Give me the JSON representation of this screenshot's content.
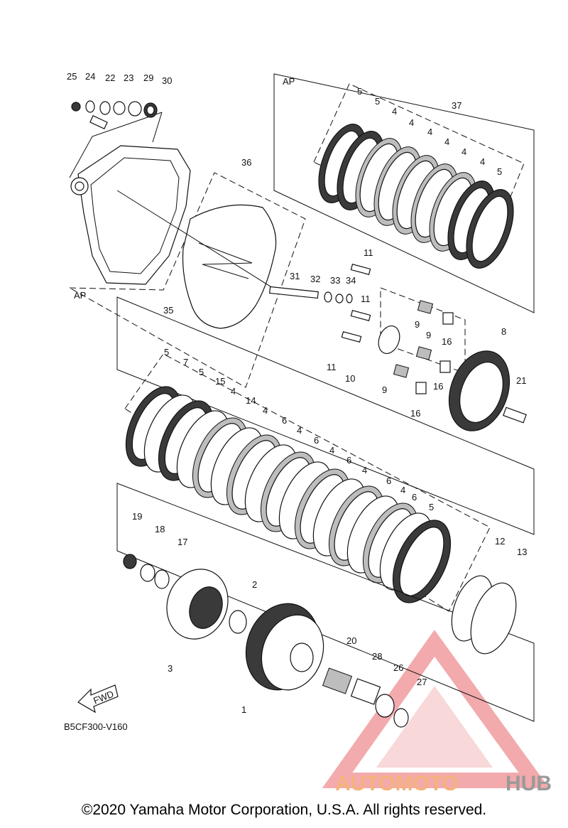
{
  "diagram": {
    "code": "B5CF300-V160",
    "fwd": "FWD",
    "group_labels": [
      "AP",
      "AP"
    ],
    "callouts": [
      "1",
      "2",
      "3",
      "4",
      "5",
      "6",
      "7",
      "8",
      "9",
      "10",
      "11",
      "12",
      "13",
      "14",
      "15",
      "16",
      "17",
      "18",
      "19",
      "20",
      "21",
      "22",
      "23",
      "24",
      "25",
      "26",
      "27",
      "28",
      "29",
      "30",
      "31",
      "32",
      "33",
      "34",
      "35",
      "36",
      "37"
    ]
  },
  "watermark": {
    "part1": "AUTOMOTO",
    "part2": "HUB",
    "color1": "#f5b27c",
    "color2": "#9a9a9a",
    "triangle_color": "#e9666a"
  },
  "footer": {
    "copyright": "©2020 Yamaha Motor Corporation, U.S.A. All rights reserved."
  }
}
